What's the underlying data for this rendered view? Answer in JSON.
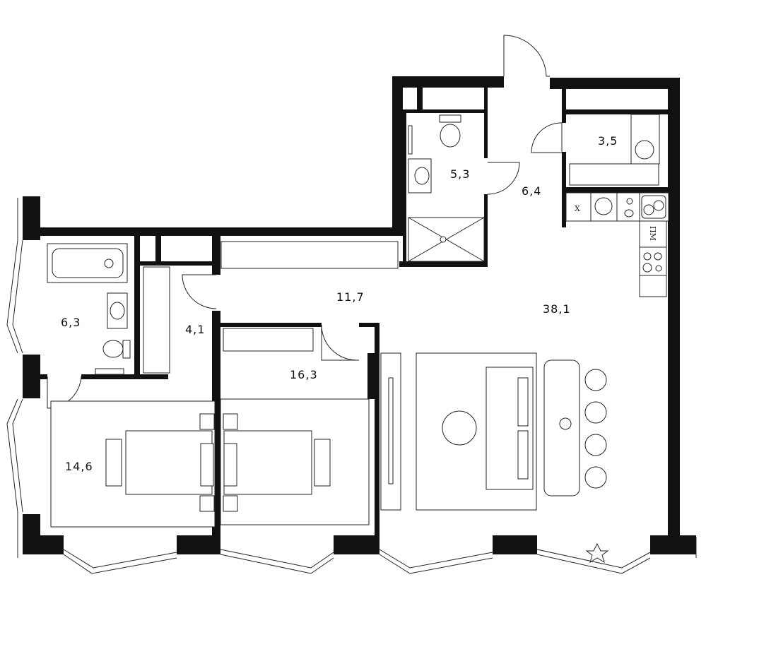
{
  "rooms": [
    {
      "id": "storage",
      "area": "3,5"
    },
    {
      "id": "bathroom-1",
      "area": "5,3"
    },
    {
      "id": "entrance-hall",
      "area": "6,4"
    },
    {
      "id": "corridor",
      "area": "11,7"
    },
    {
      "id": "living-kitchen",
      "area": "38,1"
    },
    {
      "id": "bathroom-2",
      "area": "6,3"
    },
    {
      "id": "wardrobe",
      "area": "4,1"
    },
    {
      "id": "bedroom-2",
      "area": "16,3"
    },
    {
      "id": "bedroom-1",
      "area": "14,6"
    }
  ],
  "kitchen": {
    "fridge_label": "X",
    "dishwasher_label": "ПМ"
  },
  "colors": {
    "wall": "#111111",
    "line": "#222222",
    "background": "#ffffff"
  }
}
